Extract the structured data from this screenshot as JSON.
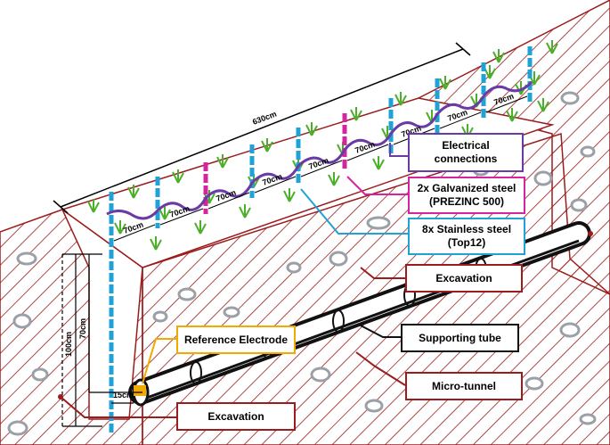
{
  "colors": {
    "soil_hatch": "#9b1c1c",
    "grass": "#4caf2a",
    "stainless_steel": "#1fa3d6",
    "galvanized_steel": "#d6249f",
    "electrical": "#6a3aa6",
    "tube": "#111111",
    "reference_electrode": "#f2a900",
    "stones": "#9aa0a6"
  },
  "dimensions": {
    "total_length": "630cm",
    "spacing_label": "70cm",
    "depth_total": "100cm",
    "depth_electrode": "70cm",
    "offset": "15cm"
  },
  "labels": {
    "electrical_line1": "Electrical",
    "electrical_line2": "connections",
    "galvanized_line1": "2x Galvanized steel",
    "galvanized_line2": "(PREZINC 500)",
    "stainless_line1": "8x Stainless steel",
    "stainless_line2": "(Top12)",
    "excavation_top": "Excavation",
    "reference_electrode": "Reference Electrode",
    "supporting_tube": "Supporting tube",
    "micro_tunnel": "Micro-tunnel",
    "excavation_bottom": "Excavation"
  }
}
